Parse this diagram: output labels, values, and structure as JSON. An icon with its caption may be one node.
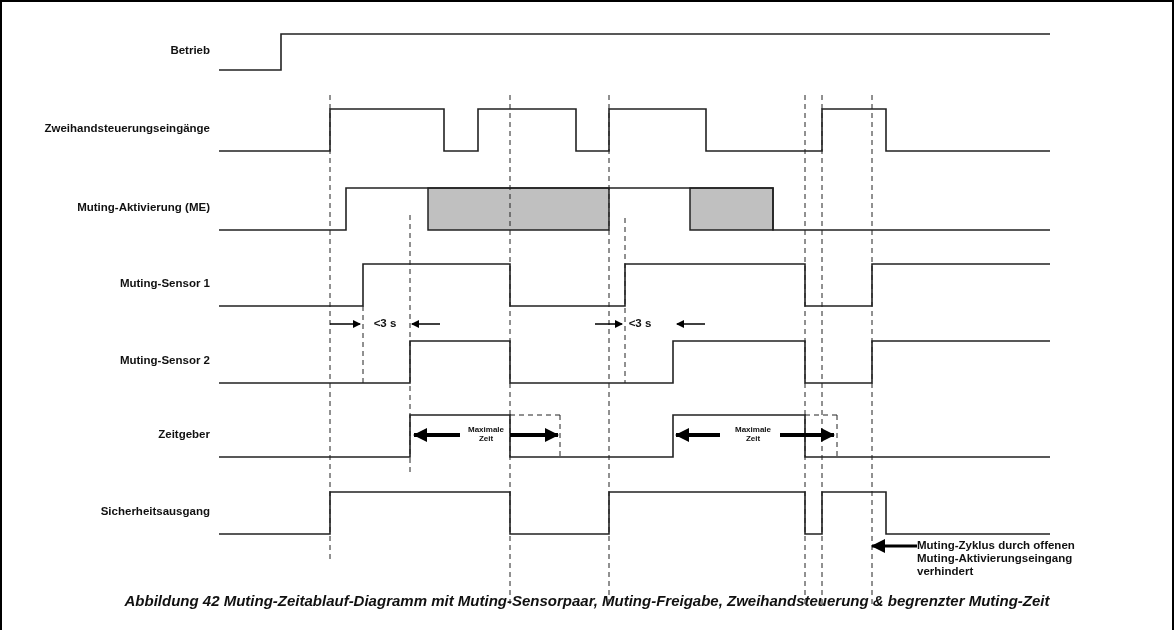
{
  "diagram": {
    "caption": "Abbildung 42 Muting-Zeitablauf-Diagramm mit Muting-Sensorpaar, Muting-Freigabe, Zweihandsteuerung & begrenzter Muting-Zeit",
    "nodes": [
      {
        "text": [
          "Muting-Zyklus durch offenen Muting-Aktivierungseingang verhindert"
        ]
      },
      {
        "text": [],
        "shape": "line"
      }
    ],
    "edges": [
      {
        "from": 0,
        "to": 1,
        "arrow": "to"
      }
    ],
    "labels": [
      "Betrieb",
      "Zweihandsteuerungseingänge",
      "Muting-Aktivierung (ME)",
      "Muting-Sensor 1",
      "<3 s",
      "<3 s",
      "Muting-Sensor 2",
      "Zeitgeber",
      "Maximale Zeit",
      "Maximale Zeit",
      "Sicherheitsausgang"
    ]
  }
}
